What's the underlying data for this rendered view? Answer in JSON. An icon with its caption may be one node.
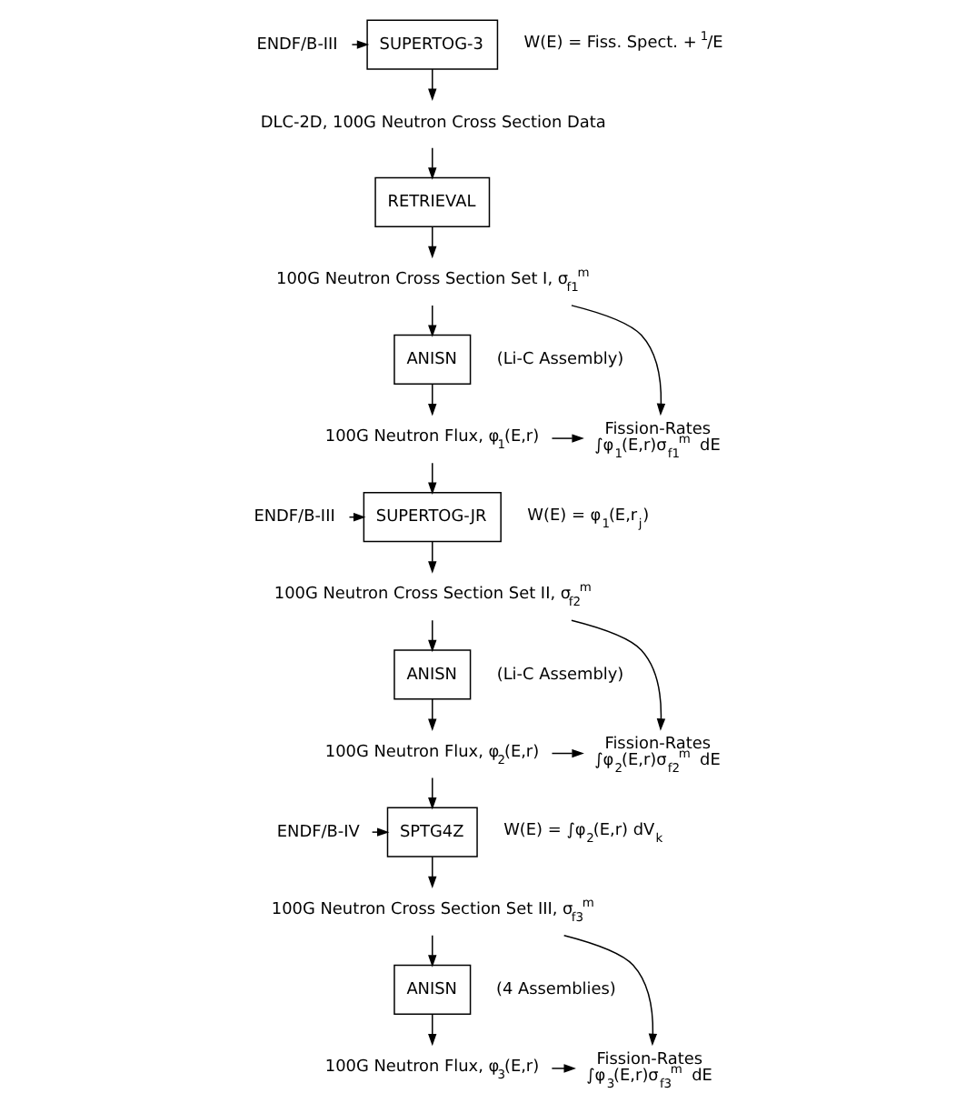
{
  "diagram": {
    "nodes": [
      {
        "text": [
          "ENDF/B-III"
        ]
      },
      {
        "text": [
          "SUPERTOG-3"
        ],
        "beside": [
          "W(E) = Fiss. Spect. + $^{1}$/E"
        ]
      },
      {
        "text": [
          "DLC-2D, 100G Neutron Cross Section Data"
        ]
      },
      {
        "text": [
          "RETRIEVAL"
        ]
      },
      {
        "text": [
          "100G Neutron Cross Section Set I, σ$_{f1}$$^{m}$"
        ]
      },
      {
        "text": [
          "ANISN"
        ],
        "beside": [
          "(Li-C Assembly)"
        ]
      },
      {
        "text": [
          "Fission-Rates",
          "∫φ$_{1}$(E,r)σ$_{f1}$$^{m}$ dE"
        ]
      },
      {
        "text": [
          "100G Neutron Flux, φ$_{1}$(E,r)"
        ]
      },
      {
        "text": [
          "ENDF/B-III"
        ]
      },
      {
        "text": [
          "SUPERTOG-JR"
        ],
        "beside": [
          "W(E) = φ$_{1}$(E,r$_{j}$)"
        ]
      },
      {
        "text": [
          "100G Neutron Cross Section Set II, σ$_{f2}$$^{m}$"
        ]
      },
      {
        "text": [
          "ANISN"
        ],
        "beside": [
          "(Li-C Assembly)"
        ]
      },
      {
        "text": [
          "Fission-Rates",
          "∫φ$_{2}$(E,r)σ$_{f2}$$^{m}$ dE"
        ]
      },
      {
        "text": [
          "100G Neutron Flux, φ$_{2}$(E,r)"
        ]
      },
      {
        "text": [
          "ENDF/B-IV"
        ]
      },
      {
        "text": [
          "SPTG4Z"
        ],
        "beside": [
          "W(E) = ∫φ$_{2}$(E,r) dV$_{k}$"
        ]
      },
      {
        "text": [
          "100G Neutron Cross Section Set III, σ$_{f3}$$^{m}$"
        ]
      },
      {
        "text": [
          "ANISN"
        ],
        "beside": [
          "(4 Assemblies)"
        ]
      },
      {
        "text": [
          "Fission-Rates",
          "∫φ$_{3}$(E,r)σ$_{f3}$$^{m}$ dE"
        ]
      },
      {
        "text": [
          "100G Neutron Flux, φ$_{3}$(E,r)"
        ]
      }
    ],
    "edges": [
      {
        "from": 0,
        "to": 1,
        "arrow": "to"
      },
      {
        "from": 1,
        "to": 2,
        "arrow": "to"
      },
      {
        "from": 2,
        "to": 3,
        "arrow": "to"
      },
      {
        "from": 3,
        "to": 4,
        "arrow": "to"
      },
      {
        "from": 4,
        "to": 5,
        "arrow": "to"
      },
      {
        "from": 4,
        "to": 6,
        "arrow": "to"
      },
      {
        "from": 5,
        "to": 7,
        "arrow": "to"
      },
      {
        "from": 7,
        "to": 6,
        "arrow": "to"
      },
      {
        "from": 7,
        "to": 9,
        "arrow": "to"
      },
      {
        "from": 8,
        "to": 9,
        "arrow": "to"
      },
      {
        "from": 9,
        "to": 10,
        "arrow": "to"
      },
      {
        "from": 10,
        "to": 11,
        "arrow": "to"
      },
      {
        "from": 10,
        "to": 12,
        "arrow": "to"
      },
      {
        "from": 11,
        "to": 13,
        "arrow": "to"
      },
      {
        "from": 13,
        "to": 12,
        "arrow": "to"
      },
      {
        "from": 13,
        "to": 15,
        "arrow": "to"
      },
      {
        "from": 14,
        "to": 15,
        "arrow": "to"
      },
      {
        "from": 15,
        "to": 16,
        "arrow": "to"
      },
      {
        "from": 16,
        "to": 17,
        "arrow": "to"
      },
      {
        "from": 16,
        "to": 18,
        "arrow": "to"
      },
      {
        "from": 17,
        "to": 19,
        "arrow": "to"
      },
      {
        "from": 19,
        "to": 18,
        "arrow": "to"
      }
    ]
  }
}
